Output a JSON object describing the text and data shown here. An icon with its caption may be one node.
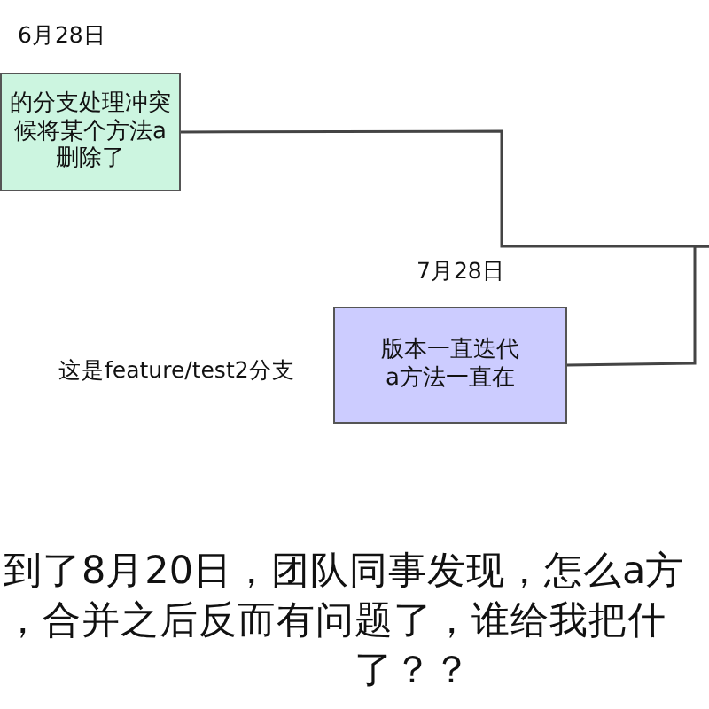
{
  "diagram": {
    "nodes": [
      {
        "text": [
          "的分支处理冲突候将某个方法a删除了"
        ],
        "beside": [
          "6月28日"
        ]
      },
      {
        "text": [
          "版本一直迭代a方法一直在"
        ],
        "beside": [
          "7月28日"
        ]
      }
    ],
    "edges": [
      {
        "from": 0,
        "to": null,
        "arrow": "none"
      },
      {
        "from": 1,
        "to": null,
        "arrow": "none"
      }
    ],
    "labels": [
      "这是feature/test2分支",
      "到了8月20日，团队同事发现，怎么a方",
      "，合并之后反而有问题了，谁给我把什",
      "了？？"
    ]
  }
}
